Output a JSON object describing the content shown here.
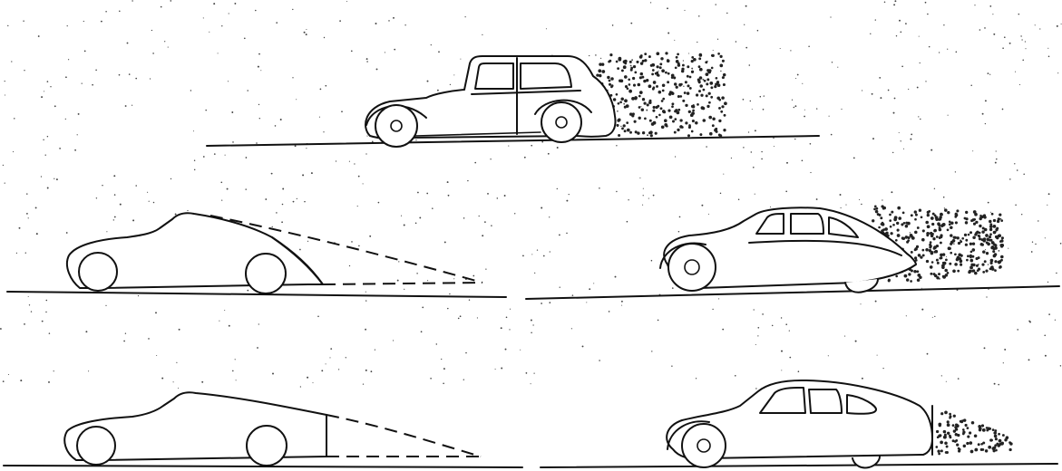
{
  "figure": {
    "panels": [
      {
        "id": "boxy-car",
        "wake": "large"
      },
      {
        "id": "fastback-ideal-tail",
        "tail": "dashed-extension"
      },
      {
        "id": "streamlined-car",
        "wake": "large"
      },
      {
        "id": "kammback-ideal-tail",
        "tail": "cut-off-with-dashed-extension"
      },
      {
        "id": "kammback-car",
        "wake": "small"
      }
    ],
    "colors": {
      "ink": "#111111",
      "paper": "#ffffff"
    }
  }
}
